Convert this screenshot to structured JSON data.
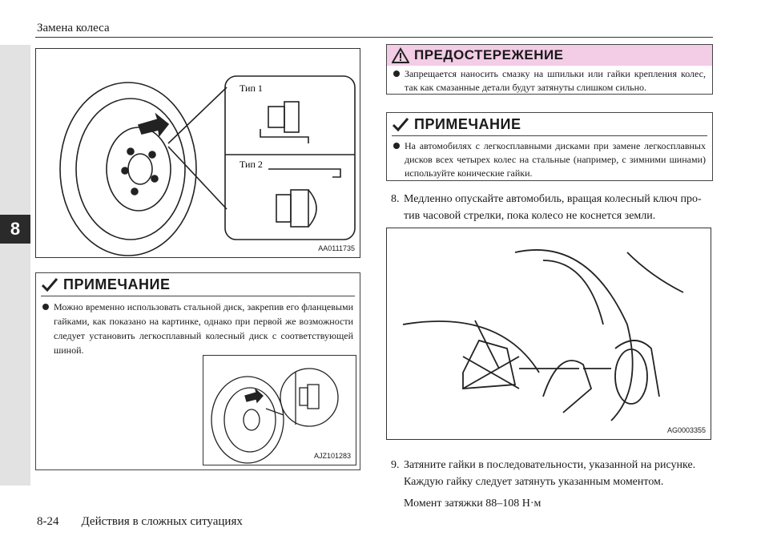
{
  "header": {
    "title": "Замена колеса"
  },
  "chapter_tab": "8",
  "figure1": {
    "type1_label": "Тип 1",
    "type2_label": "Тип 2",
    "code": "AA0111735"
  },
  "note_left": {
    "heading": "ПРИМЕЧАНИЕ",
    "text": "Можно временно использовать стальной диск, закрепив его фланцевыми гайками, как показано на картинке, однако при первой же возможности следует установить легкосплавный колесный диск с соответствующей шиной.",
    "figure_code": "AJZ101283"
  },
  "warning": {
    "heading": "ПРЕДОСТЕРЕЖЕНИЕ",
    "text": "Запрещается наносить смазку на шпильки или гайки крепления колес, так как смазанные детали будут затянуты слишком сильно."
  },
  "note_right": {
    "heading": "ПРИМЕЧАНИЕ",
    "text": "На автомобилях с легкосплавными дисками при замене легкосплавных дисков всех четырех колес на стальные (например, с зимними шинами) используйте конические гайки."
  },
  "step8": {
    "number": "8.",
    "line1": "Медленно опускайте автомобиль, вращая колесный ключ про-",
    "line2": "тив часовой стрелки, пока колесо не коснется земли."
  },
  "figure2": {
    "code": "AG0003355"
  },
  "step9": {
    "number": "9.",
    "line1": "Затяните гайки в последовательности, указанной на рисунке.",
    "line2": "Каждую гайку следует затянуть указанным моментом."
  },
  "torque": "Момент затяжки 88–108 Н·м",
  "footer": {
    "page": "8-24",
    "section": "Действия в сложных ситуациях"
  },
  "colors": {
    "warning_bg": "#f3cce6",
    "side_strip": "#e2e2e2",
    "tab": "#2a2a2a"
  }
}
